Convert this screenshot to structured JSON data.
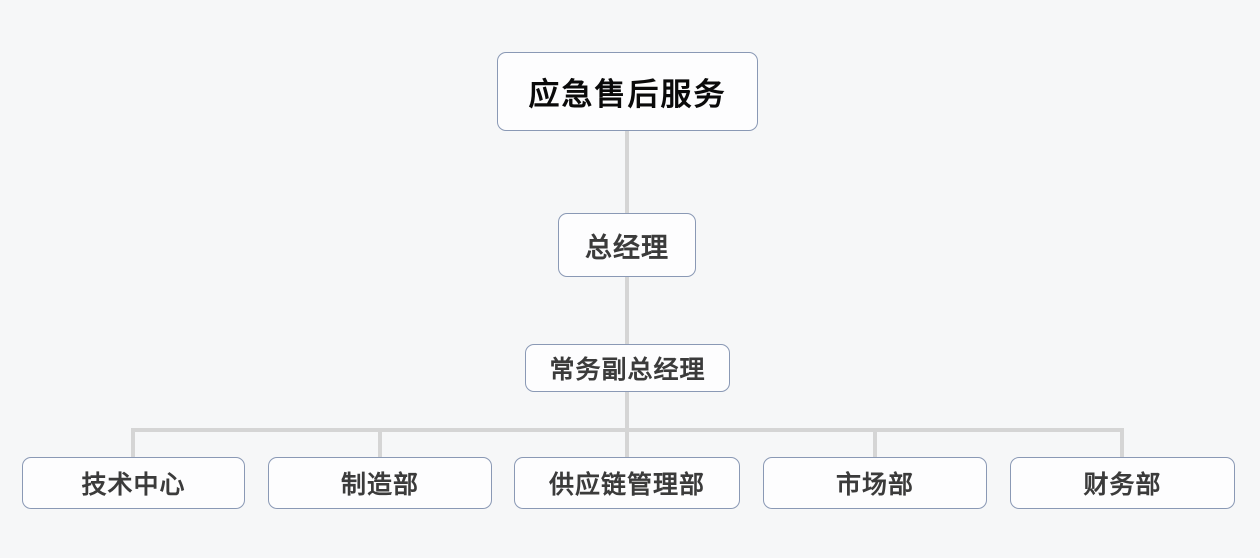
{
  "org_chart": {
    "title_node": {
      "label": "应急售后服务"
    },
    "levels": {
      "general_manager": {
        "label": "总经理"
      },
      "deputy_general_manager": {
        "label": "常务副总经理"
      }
    },
    "departments": [
      {
        "label": "技术中心"
      },
      {
        "label": "制造部"
      },
      {
        "label": "供应链管理部"
      },
      {
        "label": "市场部"
      },
      {
        "label": "财务部"
      }
    ],
    "colors": {
      "background": "#f6f7f8",
      "node_fill": "#fdfdfe",
      "node_border": "#8a99b5",
      "connector": "#d5d5d5",
      "root_text": "#0a0a0a",
      "node_text": "#3b3b3b"
    }
  }
}
